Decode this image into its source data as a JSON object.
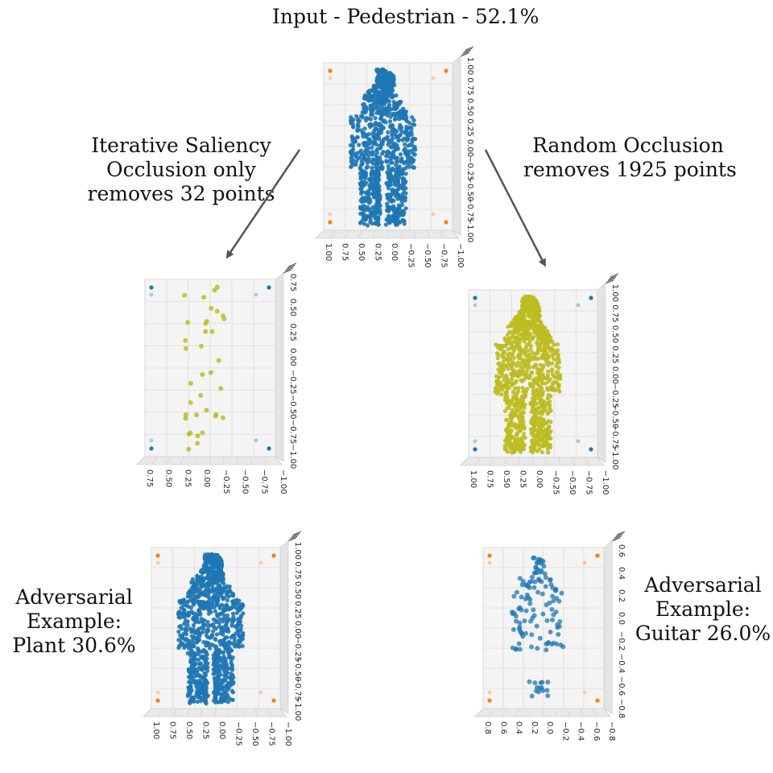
{
  "figure": {
    "title": "Input - Pedestrian - 52.1%",
    "left_label": [
      "Iterative Saliency",
      "Occlusion  only",
      "removes 32 points"
    ],
    "right_label": [
      "Random Occlusion",
      "removes 1925 points"
    ],
    "bottom_left_label": [
      "Adversarial",
      "Example:",
      "Plant 30.6%"
    ],
    "bottom_right_label": [
      "Adversarial",
      "Example:",
      "Guitar 26.0%"
    ]
  },
  "colors": {
    "blue_points": "#1f77b4",
    "olive_points": "#bcbd22",
    "orange_corners": "#ff7f0e",
    "pane": "#f4f4f4",
    "grid": "#dcdcdc",
    "arrow": "#555555"
  },
  "plots": [
    {
      "id": "input",
      "point_color": "blue_points",
      "corner_color": "orange_corners",
      "shape": "pedestrian",
      "x_ticks": [
        "1.00",
        "0.75",
        "0.50",
        "0.25",
        "0.00",
        "−0.25",
        "−0.50",
        "−0.75",
        "−1.00"
      ],
      "y_ticks": [
        "1.00",
        "0.75",
        "0.50",
        "0.25",
        "0.00",
        "−0.25",
        "−0.50",
        "−0.75",
        "−1.00"
      ]
    },
    {
      "id": "saliency",
      "point_color": "olive_points",
      "corner_color": "blue_points",
      "shape": "sparse",
      "x_ticks": [
        "0.75",
        "0.50",
        "0.25",
        "0.00",
        "−0.25",
        "−0.50",
        "−0.75",
        "−1.00"
      ],
      "y_ticks": [
        "0.75",
        "0.50",
        "0.25",
        "0.00",
        "−0.25",
        "−0.50",
        "−0.75",
        "−1.00"
      ]
    },
    {
      "id": "random",
      "point_color": "olive_points",
      "corner_color": "blue_points",
      "shape": "pedestrian",
      "x_ticks": [
        "1.00",
        "0.75",
        "0.50",
        "0.25",
        "0.00",
        "−0.25",
        "−0.50",
        "−0.75",
        "−1.00"
      ],
      "y_ticks": [
        "1.00",
        "0.75",
        "0.50",
        "0.25",
        "0.00",
        "−0.25",
        "−0.50",
        "−0.75",
        "−1.00"
      ]
    },
    {
      "id": "plant",
      "point_color": "blue_points",
      "corner_color": "orange_corners",
      "shape": "pedestrian",
      "x_ticks": [
        "1.00",
        "0.75",
        "0.50",
        "0.25",
        "0.00",
        "−0.25",
        "−0.50",
        "−0.75",
        "−1.00"
      ],
      "y_ticks": [
        "1.00",
        "0.75",
        "0.50",
        "0.25",
        "0.00",
        "−0.25",
        "−0.50",
        "−0.75",
        "−1.00"
      ]
    },
    {
      "id": "guitar",
      "point_color": "blue_points",
      "corner_color": "orange_corners",
      "shape": "scatter",
      "x_ticks": [
        "0.8",
        "0.6",
        "0.4",
        "0.2",
        "0.0",
        "−0.2",
        "−0.4",
        "−0.6",
        "−0.8"
      ],
      "y_ticks": [
        "0.6",
        "0.4",
        "0.2",
        "0.0",
        "−0.2",
        "−0.4",
        "−0.6",
        "−0.8"
      ]
    }
  ]
}
